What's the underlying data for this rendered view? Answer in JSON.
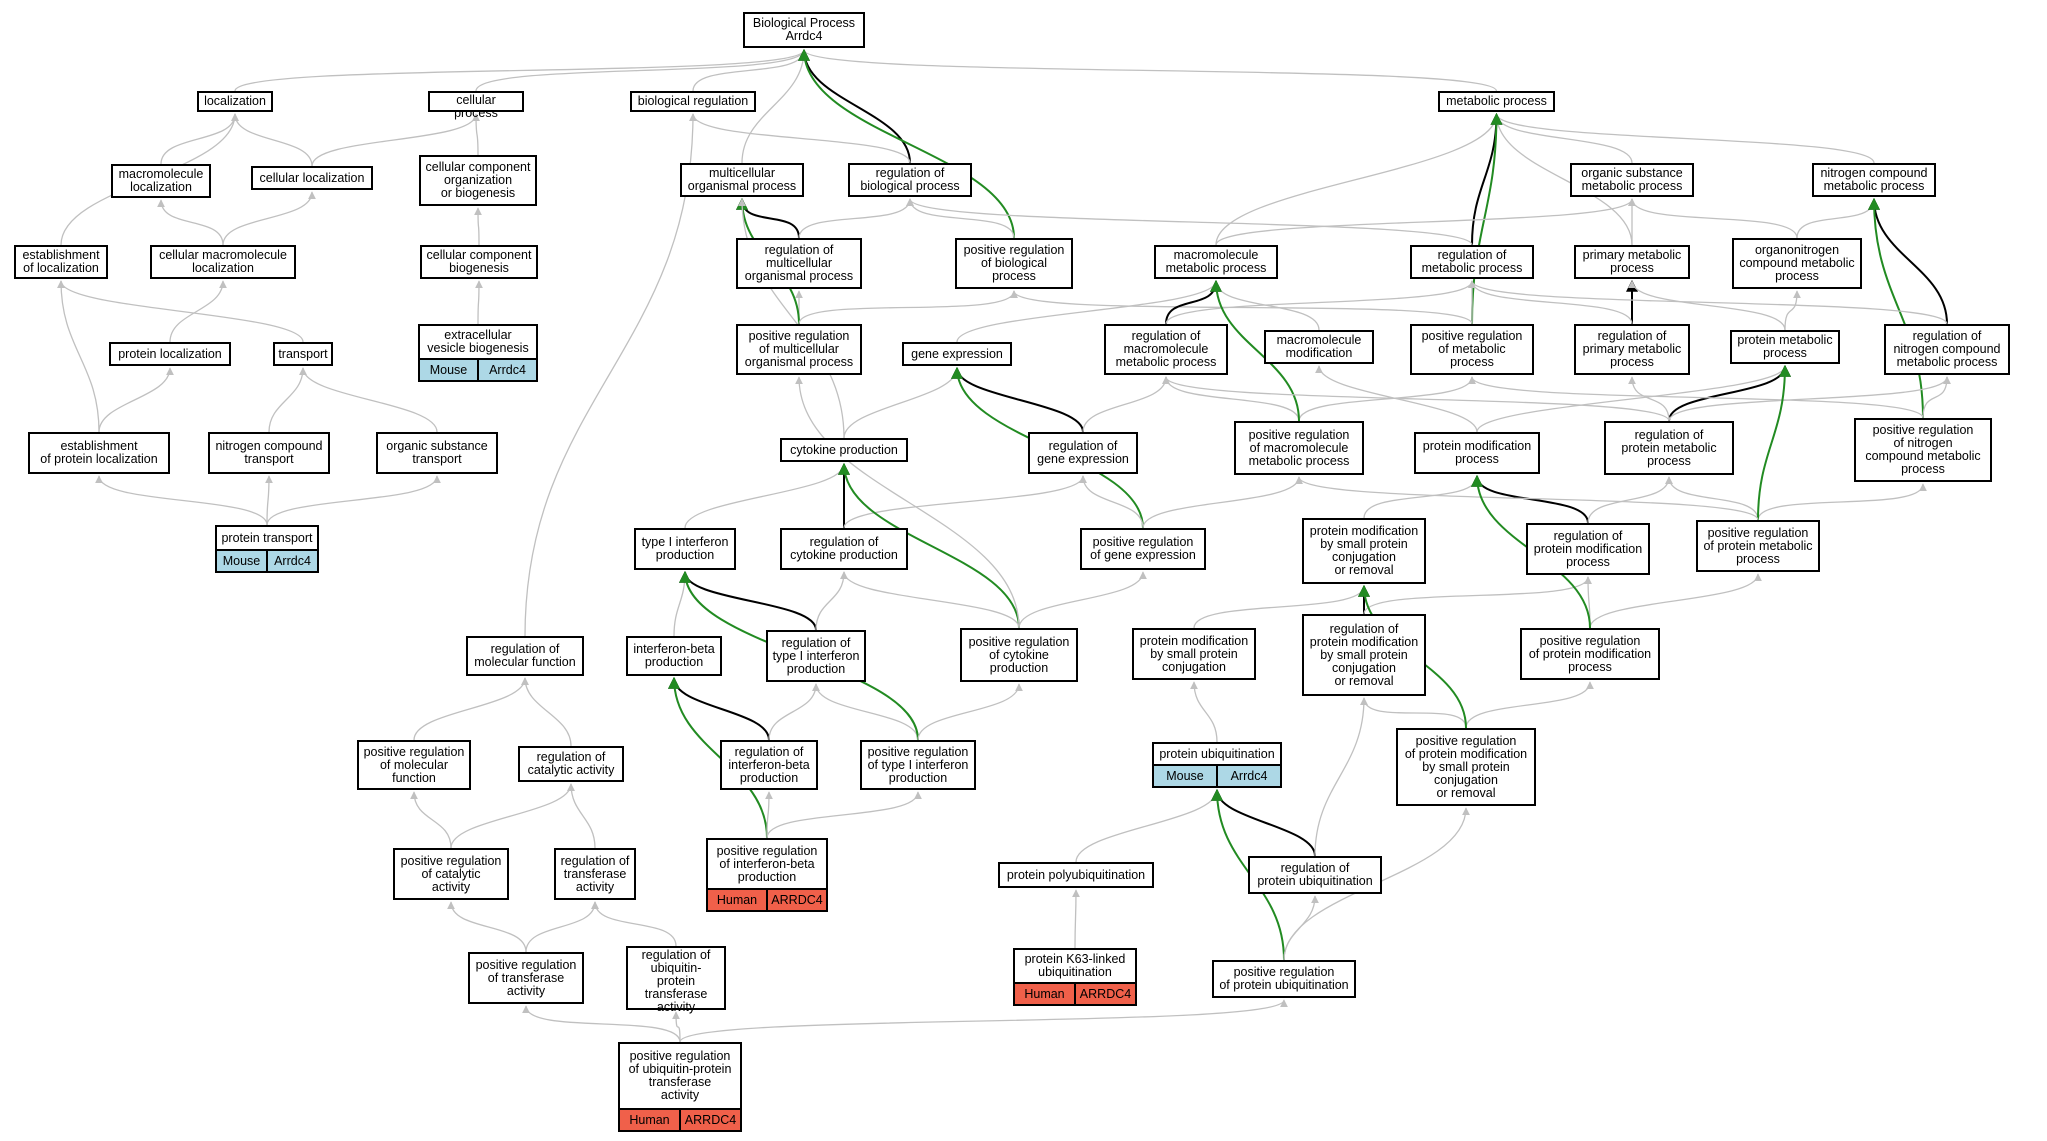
{
  "colors": {
    "gray_edge": "#c0c0c0",
    "black_edge": "#000000",
    "green_edge": "#228b22",
    "mouse_tag": "#add8e6",
    "human_tag": "#f0604a"
  },
  "nodes": [
    {
      "id": "bp",
      "label": "Biological Process\nArrdc4"
    },
    {
      "id": "loc",
      "label": "localization"
    },
    {
      "id": "cp",
      "label": "cellular process"
    },
    {
      "id": "breg",
      "label": "biological regulation"
    },
    {
      "id": "mp",
      "label": "metabolic process"
    },
    {
      "id": "mmloc",
      "label": "macromolecule\nlocalization"
    },
    {
      "id": "cloc",
      "label": "cellular localization"
    },
    {
      "id": "ccob",
      "label": "cellular component\norganization\nor biogenesis"
    },
    {
      "id": "mcop",
      "label": "multicellular\norganismal process"
    },
    {
      "id": "rbp",
      "label": "regulation of\nbiological process"
    },
    {
      "id": "osmp",
      "label": "organic substance\nmetabolic process"
    },
    {
      "id": "ncmp",
      "label": "nitrogen compound\nmetabolic process"
    },
    {
      "id": "estloc",
      "label": "establishment\nof localization"
    },
    {
      "id": "cmmloc",
      "label": "cellular macromolecule\nlocalization"
    },
    {
      "id": "ccb",
      "label": "cellular component\nbiogenesis"
    },
    {
      "id": "rmcop",
      "label": "regulation of\nmulticellular\norganismal process"
    },
    {
      "id": "prbp",
      "label": "positive regulation\nof biological\nprocess"
    },
    {
      "id": "mmmp",
      "label": "macromolecule\nmetabolic process"
    },
    {
      "id": "rmp",
      "label": "regulation of\nmetabolic process"
    },
    {
      "id": "pmp",
      "label": "primary metabolic\nprocess"
    },
    {
      "id": "oncmp",
      "label": "organonitrogen\ncompound metabolic\nprocess"
    },
    {
      "id": "evb",
      "label": "extracellular\nvesicle biogenesis",
      "tag": [
        "Mouse",
        "Arrdc4"
      ],
      "tag_color": "mouse"
    },
    {
      "id": "ploc",
      "label": "protein localization"
    },
    {
      "id": "transport",
      "label": "transport"
    },
    {
      "id": "prmcop",
      "label": "positive regulation\nof multicellular\norganismal process"
    },
    {
      "id": "ge",
      "label": "gene expression"
    },
    {
      "id": "rmmmp",
      "label": "regulation of\nmacromolecule\nmetabolic process"
    },
    {
      "id": "mmmod",
      "label": "macromolecule\nmodification"
    },
    {
      "id": "prmp",
      "label": "positive regulation\nof metabolic\nprocess"
    },
    {
      "id": "rpmp",
      "label": "regulation of\nprimary metabolic\nprocess"
    },
    {
      "id": "protmp",
      "label": "protein metabolic\nprocess"
    },
    {
      "id": "rncmp",
      "label": "regulation of\nnitrogen compound\nmetabolic process"
    },
    {
      "id": "estploc",
      "label": "establishment\nof protein localization"
    },
    {
      "id": "nctrans",
      "label": "nitrogen compound\ntransport"
    },
    {
      "id": "ostrans",
      "label": "organic substance\ntransport"
    },
    {
      "id": "cytprod",
      "label": "cytokine production"
    },
    {
      "id": "rge",
      "label": "regulation of\ngene expression"
    },
    {
      "id": "prmmmp",
      "label": "positive regulation\nof macromolecule\nmetabolic process"
    },
    {
      "id": "pmod",
      "label": "protein modification\nprocess"
    },
    {
      "id": "rprotmp",
      "label": "regulation of\nprotein metabolic\nprocess"
    },
    {
      "id": "prncmp",
      "label": "positive regulation\nof nitrogen\ncompound metabolic\nprocess"
    },
    {
      "id": "ptrans",
      "label": "protein transport",
      "tag": [
        "Mouse",
        "Arrdc4"
      ],
      "tag_color": "mouse"
    },
    {
      "id": "t1ifn",
      "label": "type I interferon\nproduction"
    },
    {
      "id": "rcyt",
      "label": "regulation of\ncytokine production"
    },
    {
      "id": "prge",
      "label": "positive regulation\nof gene expression"
    },
    {
      "id": "pmodsp",
      "label": "protein modification\nby small protein\nconjugation\nor removal"
    },
    {
      "id": "rpmod",
      "label": "regulation of\nprotein modification\nprocess"
    },
    {
      "id": "prprotmp",
      "label": "positive regulation\nof protein metabolic\nprocess"
    },
    {
      "id": "rmf",
      "label": "regulation of\nmolecular function"
    },
    {
      "id": "ifnb",
      "label": "interferon-beta\nproduction"
    },
    {
      "id": "rt1ifn",
      "label": "regulation of\ntype I interferon\nproduction"
    },
    {
      "id": "prcyt",
      "label": "positive regulation\nof cytokine\nproduction"
    },
    {
      "id": "pmodspc",
      "label": "protein modification\nby small protein\nconjugation"
    },
    {
      "id": "rpmodsp",
      "label": "regulation of\nprotein modification\nby small protein\nconjugation\nor removal"
    },
    {
      "id": "prpmod",
      "label": "positive regulation\nof protein modification\nprocess"
    },
    {
      "id": "prmf",
      "label": "positive regulation\nof molecular\nfunction"
    },
    {
      "id": "rca",
      "label": "regulation of\ncatalytic activity"
    },
    {
      "id": "rifnb",
      "label": "regulation of\ninterferon-beta\nproduction"
    },
    {
      "id": "prt1ifn",
      "label": "positive regulation\nof type I interferon\nproduction"
    },
    {
      "id": "pubq",
      "label": "protein ubiquitination",
      "tag": [
        "Mouse",
        "Arrdc4"
      ],
      "tag_color": "mouse"
    },
    {
      "id": "prpmodsp",
      "label": "positive regulation\nof protein modification\nby small protein\nconjugation\nor removal"
    },
    {
      "id": "prca",
      "label": "positive regulation\nof catalytic\nactivity"
    },
    {
      "id": "rta",
      "label": "regulation of\ntransferase\nactivity"
    },
    {
      "id": "prifnb",
      "label": "positive regulation\nof interferon-beta\nproduction",
      "tag": [
        "Human",
        "ARRDC4"
      ],
      "tag_color": "human"
    },
    {
      "id": "ppubq",
      "label": "protein polyubiquitination"
    },
    {
      "id": "rpubq",
      "label": "regulation of\nprotein ubiquitination"
    },
    {
      "id": "prta",
      "label": "positive regulation\nof transferase\nactivity"
    },
    {
      "id": "rupta",
      "label": "regulation of\nubiquitin-protein\ntransferase\nactivity"
    },
    {
      "id": "k63",
      "label": "protein K63-linked\nubiquitination",
      "tag": [
        "Human",
        "ARRDC4"
      ],
      "tag_color": "human"
    },
    {
      "id": "prpubq",
      "label": "positive regulation\nof protein ubiquitination"
    },
    {
      "id": "prupta",
      "label": "positive regulation\nof ubiquitin-protein\ntransferase\nactivity",
      "tag": [
        "Human",
        "ARRDC4"
      ],
      "tag_color": "human"
    }
  ],
  "edges": [
    [
      "loc",
      "bp",
      "g"
    ],
    [
      "cp",
      "bp",
      "g"
    ],
    [
      "breg",
      "bp",
      "g"
    ],
    [
      "mp",
      "bp",
      "g"
    ],
    [
      "mcop",
      "bp",
      "g"
    ],
    [
      "rbp",
      "bp",
      "k"
    ],
    [
      "prbp",
      "bp",
      "e"
    ],
    [
      "mmloc",
      "loc",
      "g"
    ],
    [
      "cloc",
      "loc",
      "g"
    ],
    [
      "cloc",
      "cp",
      "g"
    ],
    [
      "ccob",
      "cp",
      "g"
    ],
    [
      "estloc",
      "loc",
      "g"
    ],
    [
      "cmmloc",
      "mmloc",
      "g"
    ],
    [
      "cmmloc",
      "cloc",
      "g"
    ],
    [
      "ccb",
      "ccob",
      "g"
    ],
    [
      "evb",
      "ccb",
      "g"
    ],
    [
      "rbp",
      "breg",
      "g"
    ],
    [
      "rmcop",
      "mcop",
      "k"
    ],
    [
      "rmcop",
      "rbp",
      "g"
    ],
    [
      "prmcop",
      "rmcop",
      "g"
    ],
    [
      "prmcop",
      "mcop",
      "e"
    ],
    [
      "prmcop",
      "prbp",
      "g"
    ],
    [
      "prbp",
      "rbp",
      "g"
    ],
    [
      "osmp",
      "mp",
      "g"
    ],
    [
      "ncmp",
      "mp",
      "g"
    ],
    [
      "mmmp",
      "mp",
      "g"
    ],
    [
      "rmp",
      "mp",
      "k"
    ],
    [
      "pmp",
      "mp",
      "g"
    ],
    [
      "prmp",
      "mp",
      "e"
    ],
    [
      "mmmp",
      "osmp",
      "g"
    ],
    [
      "pmp",
      "osmp",
      "g"
    ],
    [
      "oncmp",
      "osmp",
      "g"
    ],
    [
      "oncmp",
      "ncmp",
      "g"
    ],
    [
      "rncmp",
      "ncmp",
      "k"
    ],
    [
      "prncmp",
      "ncmp",
      "e"
    ],
    [
      "rmp",
      "rbp",
      "g"
    ],
    [
      "prmp",
      "rmp",
      "g"
    ],
    [
      "prmp",
      "prbp",
      "g"
    ],
    [
      "rmmmp",
      "mmmp",
      "k"
    ],
    [
      "rmmmp",
      "rmp",
      "g"
    ],
    [
      "mmmod",
      "mmmp",
      "g"
    ],
    [
      "ge",
      "mmmp",
      "g"
    ],
    [
      "rpmp",
      "pmp",
      "k"
    ],
    [
      "rpmp",
      "rmp",
      "g"
    ],
    [
      "protmp",
      "pmp",
      "g"
    ],
    [
      "protmp",
      "oncmp",
      "g"
    ],
    [
      "rncmp",
      "rmp",
      "g"
    ],
    [
      "ploc",
      "cmmloc",
      "g"
    ],
    [
      "transport",
      "estloc",
      "g"
    ],
    [
      "estploc",
      "estloc",
      "g"
    ],
    [
      "estploc",
      "ploc",
      "g"
    ],
    [
      "nctrans",
      "transport",
      "g"
    ],
    [
      "ostrans",
      "transport",
      "g"
    ],
    [
      "ptrans",
      "estploc",
      "g"
    ],
    [
      "ptrans",
      "nctrans",
      "g"
    ],
    [
      "ptrans",
      "ostrans",
      "g"
    ],
    [
      "cytprod",
      "mcop",
      "g"
    ],
    [
      "cytprod",
      "ge",
      "g"
    ],
    [
      "rge",
      "ge",
      "k"
    ],
    [
      "rge",
      "rmmmp",
      "g"
    ],
    [
      "prge",
      "ge",
      "e"
    ],
    [
      "prge",
      "rge",
      "g"
    ],
    [
      "prge",
      "prmmmp",
      "g"
    ],
    [
      "prmmmp",
      "rmmmp",
      "g"
    ],
    [
      "prmmmp",
      "prmp",
      "g"
    ],
    [
      "prmmmp",
      "mmmp",
      "e"
    ],
    [
      "pmod",
      "mmmod",
      "g"
    ],
    [
      "pmod",
      "protmp",
      "g"
    ],
    [
      "rprotmp",
      "protmp",
      "k"
    ],
    [
      "rprotmp",
      "rpmp",
      "g"
    ],
    [
      "rprotmp",
      "rncmp",
      "g"
    ],
    [
      "rprotmp",
      "rmmmp",
      "g"
    ],
    [
      "prncmp",
      "rncmp",
      "g"
    ],
    [
      "prncmp",
      "prmp",
      "g"
    ],
    [
      "t1ifn",
      "cytprod",
      "g"
    ],
    [
      "rcyt",
      "cytprod",
      "k"
    ],
    [
      "rcyt",
      "rge",
      "g"
    ],
    [
      "prcyt",
      "cytprod",
      "e"
    ],
    [
      "prcyt",
      "rcyt",
      "g"
    ],
    [
      "prcyt",
      "prge",
      "g"
    ],
    [
      "prcyt",
      "prmcop",
      "g"
    ],
    [
      "pmodsp",
      "pmod",
      "g"
    ],
    [
      "rpmod",
      "pmod",
      "k"
    ],
    [
      "rpmod",
      "rprotmp",
      "g"
    ],
    [
      "prprotmp",
      "rprotmp",
      "g"
    ],
    [
      "prprotmp",
      "prncmp",
      "g"
    ],
    [
      "prprotmp",
      "protmp",
      "e"
    ],
    [
      "prprotmp",
      "prmmmp",
      "g"
    ],
    [
      "ifnb",
      "t1ifn",
      "g"
    ],
    [
      "rt1ifn",
      "t1ifn",
      "k"
    ],
    [
      "rt1ifn",
      "rcyt",
      "g"
    ],
    [
      "pmodspc",
      "pmodsp",
      "g"
    ],
    [
      "rpmodsp",
      "pmodsp",
      "k"
    ],
    [
      "rpmodsp",
      "rpmod",
      "g"
    ],
    [
      "prpmod",
      "rpmod",
      "g"
    ],
    [
      "prpmod",
      "prprotmp",
      "g"
    ],
    [
      "prpmod",
      "pmod",
      "e"
    ],
    [
      "rmf",
      "breg",
      "g"
    ],
    [
      "prmf",
      "rmf",
      "g"
    ],
    [
      "rca",
      "rmf",
      "g"
    ],
    [
      "rifnb",
      "ifnb",
      "k"
    ],
    [
      "rifnb",
      "rt1ifn",
      "g"
    ],
    [
      "prt1ifn",
      "rt1ifn",
      "g"
    ],
    [
      "prt1ifn",
      "t1ifn",
      "e"
    ],
    [
      "prt1ifn",
      "prcyt",
      "g"
    ],
    [
      "pubq",
      "pmodspc",
      "g"
    ],
    [
      "prpmodsp",
      "rpmodsp",
      "g"
    ],
    [
      "prpmodsp",
      "prpmod",
      "g"
    ],
    [
      "prpmodsp",
      "pmodsp",
      "e"
    ],
    [
      "prca",
      "prmf",
      "g"
    ],
    [
      "prca",
      "rca",
      "g"
    ],
    [
      "rta",
      "rca",
      "g"
    ],
    [
      "prifnb",
      "ifnb",
      "e"
    ],
    [
      "prifnb",
      "rifnb",
      "g"
    ],
    [
      "prifnb",
      "prt1ifn",
      "g"
    ],
    [
      "ppubq",
      "pubq",
      "g"
    ],
    [
      "rpubq",
      "pubq",
      "k"
    ],
    [
      "rpubq",
      "rpmodsp",
      "g"
    ],
    [
      "prta",
      "prca",
      "g"
    ],
    [
      "prta",
      "rta",
      "g"
    ],
    [
      "rupta",
      "rta",
      "g"
    ],
    [
      "k63",
      "ppubq",
      "g"
    ],
    [
      "prpubq",
      "pubq",
      "e"
    ],
    [
      "prpubq",
      "rpubq",
      "g"
    ],
    [
      "prpubq",
      "prpmodsp",
      "g"
    ],
    [
      "prupta",
      "prta",
      "g"
    ],
    [
      "prupta",
      "rupta",
      "g"
    ],
    [
      "prupta",
      "prpubq",
      "g"
    ]
  ]
}
